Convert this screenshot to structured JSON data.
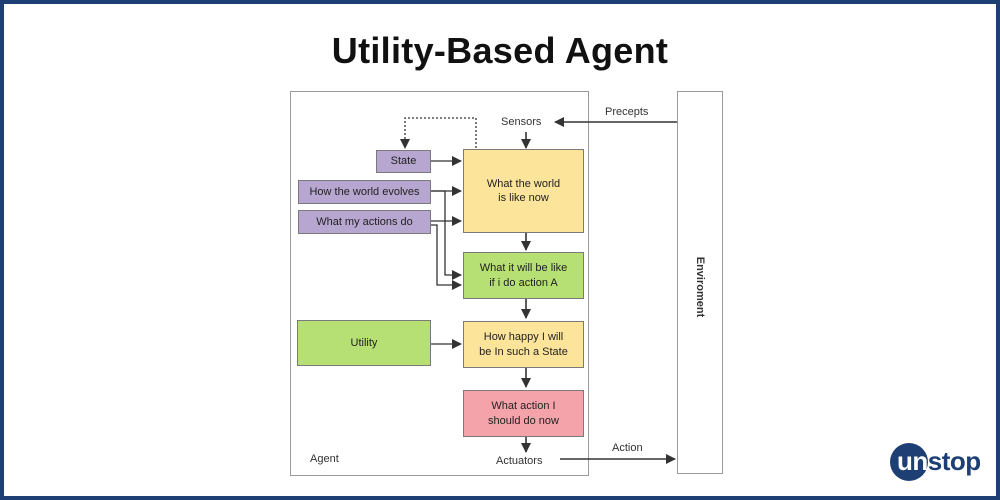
{
  "title": "Utility-Based Agent",
  "diagram": {
    "agent_label": "Agent",
    "environment_label": "Enviroment",
    "sensors_label": "Sensors",
    "actuators_label": "Actuators",
    "precepts_label": "Precepts",
    "action_label": "Action",
    "nodes": {
      "state": "State",
      "world_evolves": "How the world evolves",
      "my_actions": "What my actions do",
      "utility": "Utility",
      "world_now": "What the world\nis like now",
      "will_be_like": "What it will be like\nif i do action A",
      "how_happy": "How happy I will\nbe In such a State",
      "what_action": "What action I\nshould do now"
    }
  },
  "logo": {
    "part1": "un",
    "part2": "stop"
  },
  "colors": {
    "frame": "#1e3f73",
    "purple": "#b7a6cf",
    "yellow": "#fce59a",
    "green": "#b6df74",
    "red": "#f5a3aa",
    "arrow": "#333333"
  },
  "icons": {
    "logo": "unstop-logo"
  }
}
